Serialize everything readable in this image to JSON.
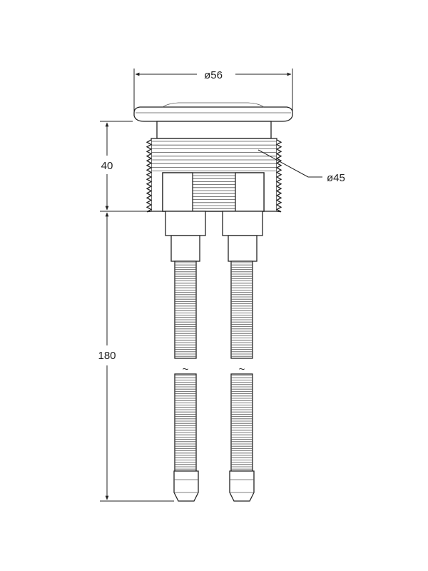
{
  "dimensions": {
    "top_diameter": "ø56",
    "thread_diameter": "ø45",
    "body_height": "40",
    "hose_length": "180"
  },
  "break_marks": [
    "~",
    "~"
  ],
  "colors": {
    "line": "#222222",
    "background": "#ffffff"
  }
}
